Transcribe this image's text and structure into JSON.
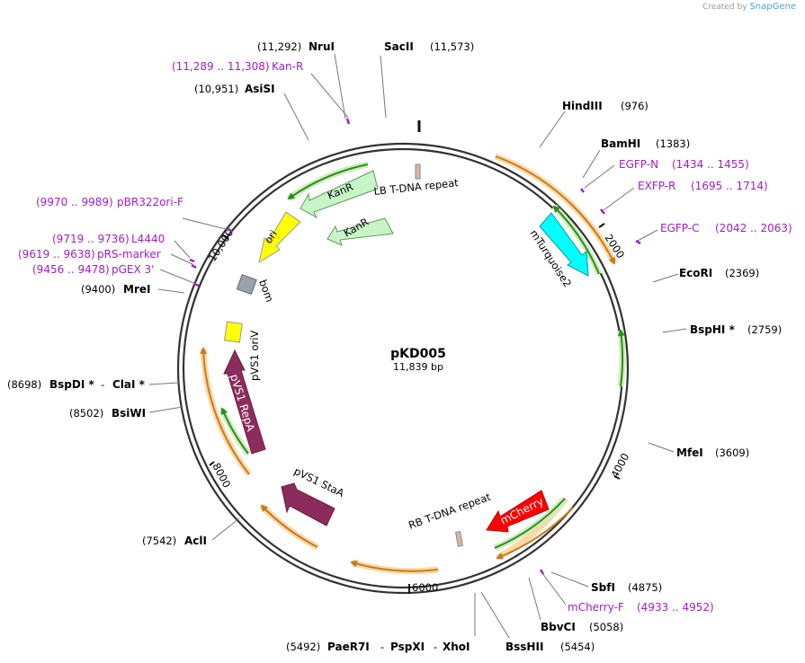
{
  "watermark": {
    "created_by": "Created by",
    "brand": "SnapGene"
  },
  "plasmid": {
    "name": "pKD005",
    "size": "11,839 bp"
  },
  "ticks": [
    "2000",
    "4000",
    "6000",
    "8000",
    "10,000"
  ],
  "sites": {
    "nrui": {
      "name": "NruI",
      "pos": "(11,292)"
    },
    "sacii": {
      "name": "SacII",
      "pos": "(11,573)"
    },
    "asisi": {
      "name": "AsiSI",
      "pos": "(10,951)"
    },
    "hindiii": {
      "name": "HindIII",
      "pos": "(976)"
    },
    "bamhi": {
      "name": "BamHI",
      "pos": "(1383)"
    },
    "ecori": {
      "name": "EcoRI",
      "pos": "(2369)"
    },
    "bsphi": {
      "name": "BspHI *",
      "pos": "(2759)"
    },
    "mfei": {
      "name": "MfeI",
      "pos": "(3609)"
    },
    "mrei": {
      "name": "MreI",
      "pos": "(9400)"
    },
    "bspdi": {
      "name": "BspDI *",
      "sep": "-",
      "name2": "ClaI *",
      "pos": "(8698)"
    },
    "bsiwi": {
      "name": "BsiWI",
      "pos": "(8502)"
    },
    "acli": {
      "name": "AclI",
      "pos": "(7542)"
    },
    "sbfi": {
      "name": "SbfI",
      "pos": "(4875)"
    },
    "bbvci": {
      "name": "BbvCI",
      "pos": "(5058)"
    },
    "bsshii": {
      "name": "BssHII",
      "pos": "(5454)"
    },
    "paer7i": {
      "pos": "(5492)",
      "name": "PaeR7I",
      "sep1": "-",
      "name2": "PspXI",
      "sep2": "-",
      "name3": "XhoI"
    }
  },
  "primers": {
    "kanr": {
      "range": "(11,289 .. 11,308)",
      "name": "Kan-R"
    },
    "egfpn": {
      "name": "EGFP-N",
      "range": "(1434 .. 1455)"
    },
    "exfpr": {
      "name": "EXFP-R",
      "range": "(1695 .. 1714)"
    },
    "egfpc": {
      "name": "EGFP-C",
      "range": "(2042 .. 2063)"
    },
    "pbr322": {
      "range": "(9970 .. 9989)",
      "name": "pBR322ori-F"
    },
    "l4440": {
      "range": "(9719 .. 9736)",
      "name": "L4440"
    },
    "prs": {
      "range": "(9619 .. 9638)",
      "name": "pRS-marker"
    },
    "pgex": {
      "range": "(9456 .. 9478)",
      "name": "pGEX 3'"
    },
    "mcherryf": {
      "name": "mCherry-F",
      "range": "(4933 .. 4952)"
    }
  },
  "features": {
    "lb": "LB T-DNA repeat",
    "rb": "RB T-DNA repeat",
    "kanr1": "KanR",
    "kanr2": "KanR",
    "ori": "ori",
    "bom": "bom",
    "pvs1_oriv": "pVS1 oriV",
    "pvs1_repa": "pVS1 RepA",
    "pvs1_staa": "pVS1 StaA",
    "mturquoise2": "mTurquoise2",
    "mcherry": "mCherry"
  },
  "colors": {
    "backbone": "#333333",
    "primer": "#a020c8",
    "orange_feature": "#c87a1e",
    "orange_glow": "#fbd9a6",
    "green_feature": "#2f8a1e",
    "green_glow": "#cdeebc",
    "kanr": "#c8f5c8",
    "ori": "#ffff00",
    "bom": "#9aa3ab",
    "oriv": "#ffff00",
    "repa": "#8b2c5c",
    "mturquoise2": "#00ffff",
    "mcherry": "#ff0000",
    "tdna": "#d9b8a0"
  }
}
